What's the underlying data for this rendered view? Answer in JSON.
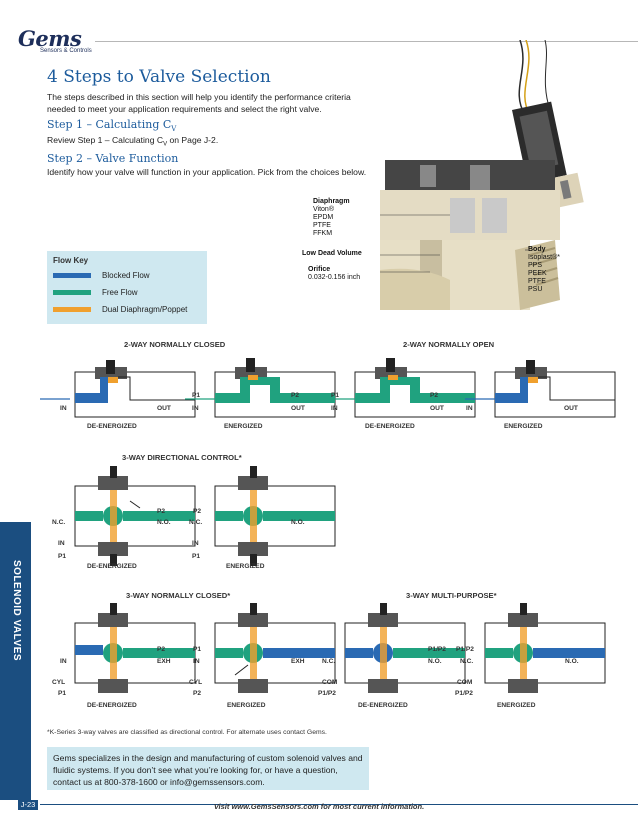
{
  "header": {
    "logo_text": "Gems",
    "logo_sub": "Sensors & Controls"
  },
  "title": "4 Steps to Valve Selection",
  "intro": "The steps described in this section will help you identify the performance criteria needed to meet your application requirements and select the right valve.",
  "step1": {
    "heading_prefix": "Step 1 – Calculating C",
    "heading_sub": "V",
    "text_prefix": "Review Step 1 – Calculating C",
    "text_sub": "V",
    "text_suffix": " on Page J-2."
  },
  "step2": {
    "heading": "Step 2 – Valve Function",
    "text": "Identify how your valve will function in your application. Pick from the choices below."
  },
  "flow_key": {
    "title": "Flow Key",
    "items": [
      {
        "label": "Blocked Flow",
        "color": "#2a6ab3"
      },
      {
        "label": "Free Flow",
        "color": "#20a27f"
      },
      {
        "label": "Dual Diaphragm/Poppet",
        "color": "#f0a02e"
      }
    ]
  },
  "product_callouts": {
    "diaphragm_title": "Diaphragm",
    "diaphragm_materials": [
      "Viton®",
      "EPDM",
      "PTFE",
      "FFKM"
    ],
    "dead_volume": "Low Dead Volume",
    "orifice_title": "Orifice",
    "orifice_value": "0.032-0.156 inch",
    "body_title": "Body",
    "body_materials": [
      "Isoplast®*",
      "PPS",
      "PEEK",
      "PTFE",
      "PSU"
    ]
  },
  "diagrams": {
    "two_way_nc": "2-WAY NORMALLY CLOSED",
    "two_way_no": "2-WAY NORMALLY OPEN",
    "three_way_dir": "3-WAY DIRECTIONAL CONTROL*",
    "three_way_nc": "3-WAY NORMALLY CLOSED*",
    "three_way_mp": "3-WAY MULTI-PURPOSE*",
    "de_energized": "DE-ENERGIZED",
    "energized": "ENERGIZED",
    "labels": {
      "in": "IN",
      "out": "OUT",
      "p1": "P1",
      "p2": "P2",
      "nc": "N.C.",
      "no": "N.O.",
      "exh": "EXH",
      "cyl": "CYL",
      "com": "COM",
      "p1p2": "P1/P2"
    }
  },
  "footnote": "*K-Series 3-way valves are classified as directional control. For alternate uses contact Gems.",
  "info_box": "Gems specializes in the design and manufacturing of custom solenoid valves and fluidic systems. If you don’t see what you’re looking for, or have a question, contact us at 800-378-1600 or info@gemssensors.com.",
  "side_tab": "SOLENOID VALVES",
  "page_number": "J-23",
  "footer": "Visit www.GemsSensors.com for most current information.",
  "colors": {
    "brand_blue": "#1c5b9c",
    "tab_navy": "#1b4e80",
    "blocked": "#2a6ab3",
    "free": "#20a27f",
    "poppet": "#f0a02e",
    "panel": "#cfe8f0"
  }
}
